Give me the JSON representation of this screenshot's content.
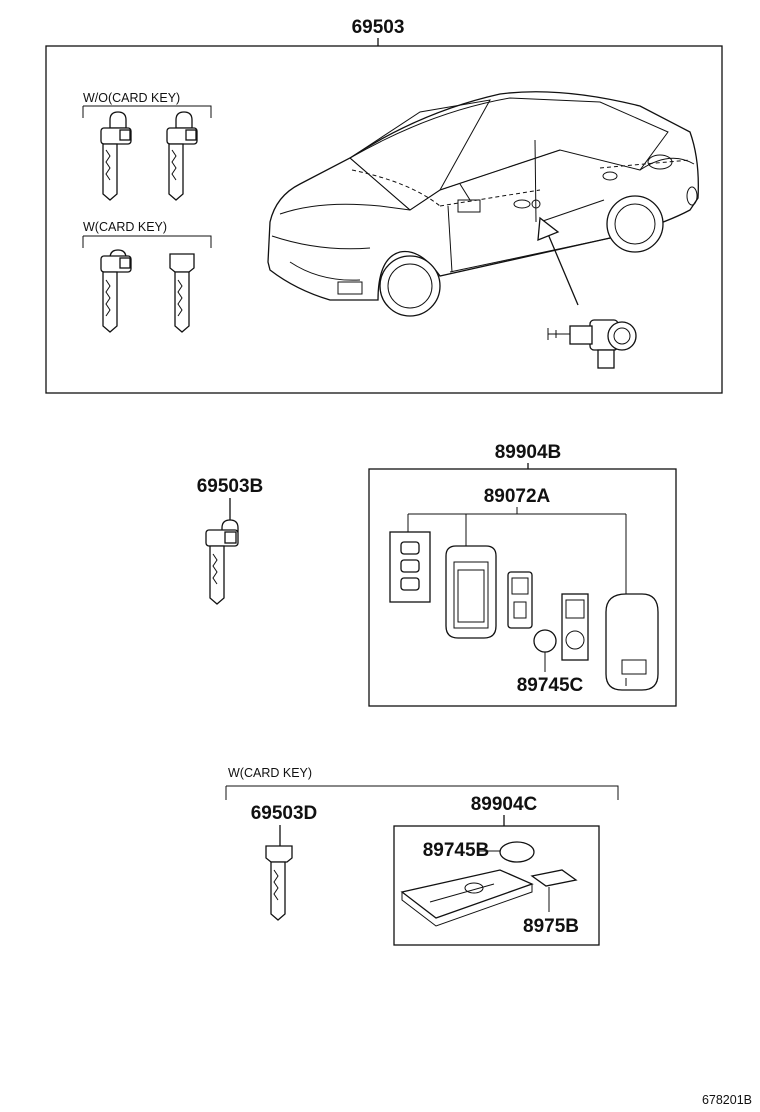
{
  "labels": {
    "main_assembly": "69503",
    "without_card_key": "W/O(CARD KEY)",
    "with_card_key_top": "W(CARD KEY)",
    "key_blank_b": "69503B",
    "transmitter_assy": "89904B",
    "transmitter_housing": "89072A",
    "battery_c": "89745C",
    "with_card_key_bottom": "W(CARD KEY)",
    "key_blank_d": "69503D",
    "card_key_assy": "89904C",
    "battery_b": "89745B",
    "card_case": "8975B",
    "figure_id": "678201B"
  },
  "icons": [
    "key-icon",
    "card-key-icon",
    "lock-cylinder-icon",
    "sedan-car-icon",
    "battery-icon",
    "remote-transmitter-icon"
  ]
}
